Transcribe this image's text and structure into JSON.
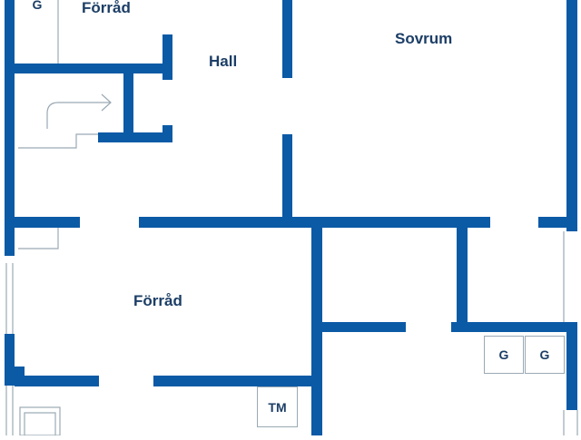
{
  "plan": {
    "colors": {
      "wall": "#0b5aa6",
      "thin_line": "#9aa9b4",
      "label": "#1c3e66",
      "background": "#ffffff"
    },
    "rooms": {
      "forrad_top": "Förråd",
      "hall": "Hall",
      "sovrum": "Sovrum",
      "forrad_main": "Förråd"
    },
    "fixtures": {
      "g_top": "G",
      "g_right_1": "G",
      "g_right_2": "G",
      "tm": "TM"
    }
  }
}
